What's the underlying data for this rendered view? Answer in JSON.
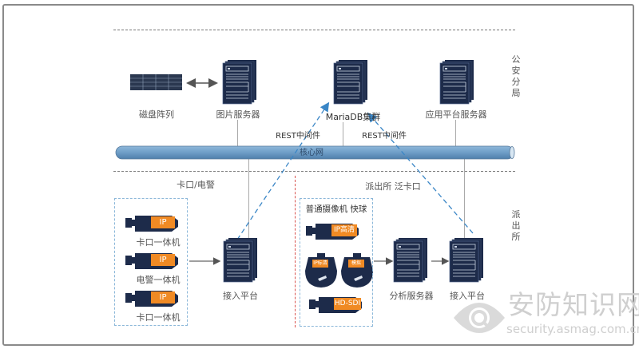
{
  "regions": {
    "bureau": "公安分局",
    "station": "派出所"
  },
  "top": {
    "disk_array": "磁盘阵列",
    "image_server": "图片服务器",
    "mariadb": "MariaDB集群",
    "app_server": "应用平台服务器",
    "rest_left": "REST中间件",
    "rest_right": "REST中间件"
  },
  "core_network": "核心网",
  "left_section": {
    "title": "卡口/电警",
    "cameras": [
      {
        "badge": "IP",
        "label": "卡口一体机"
      },
      {
        "badge": "IP",
        "label": "电警一体机"
      },
      {
        "badge": "IP",
        "label": "卡口一体机"
      }
    ],
    "access_platform": "接入平台"
  },
  "right_section": {
    "title": "派出所  泛卡口",
    "group_title": "普通摄像机 快球",
    "camera_hd": "IP高清",
    "dome_1": "IP标清",
    "dome_2": "模拟",
    "camera_sdi": "HD-SDI",
    "analysis_server": "分析服务器",
    "access_platform": "接入平台"
  },
  "watermark": {
    "name": "安防知识网",
    "url": "security.asmag.com.cn"
  },
  "colors": {
    "server": "#1d2b4a",
    "badge": "#f08a24",
    "pipe": "#6f9ec7",
    "dashed_arrow": "#3a86c6",
    "divider_red": "#d9534f"
  }
}
